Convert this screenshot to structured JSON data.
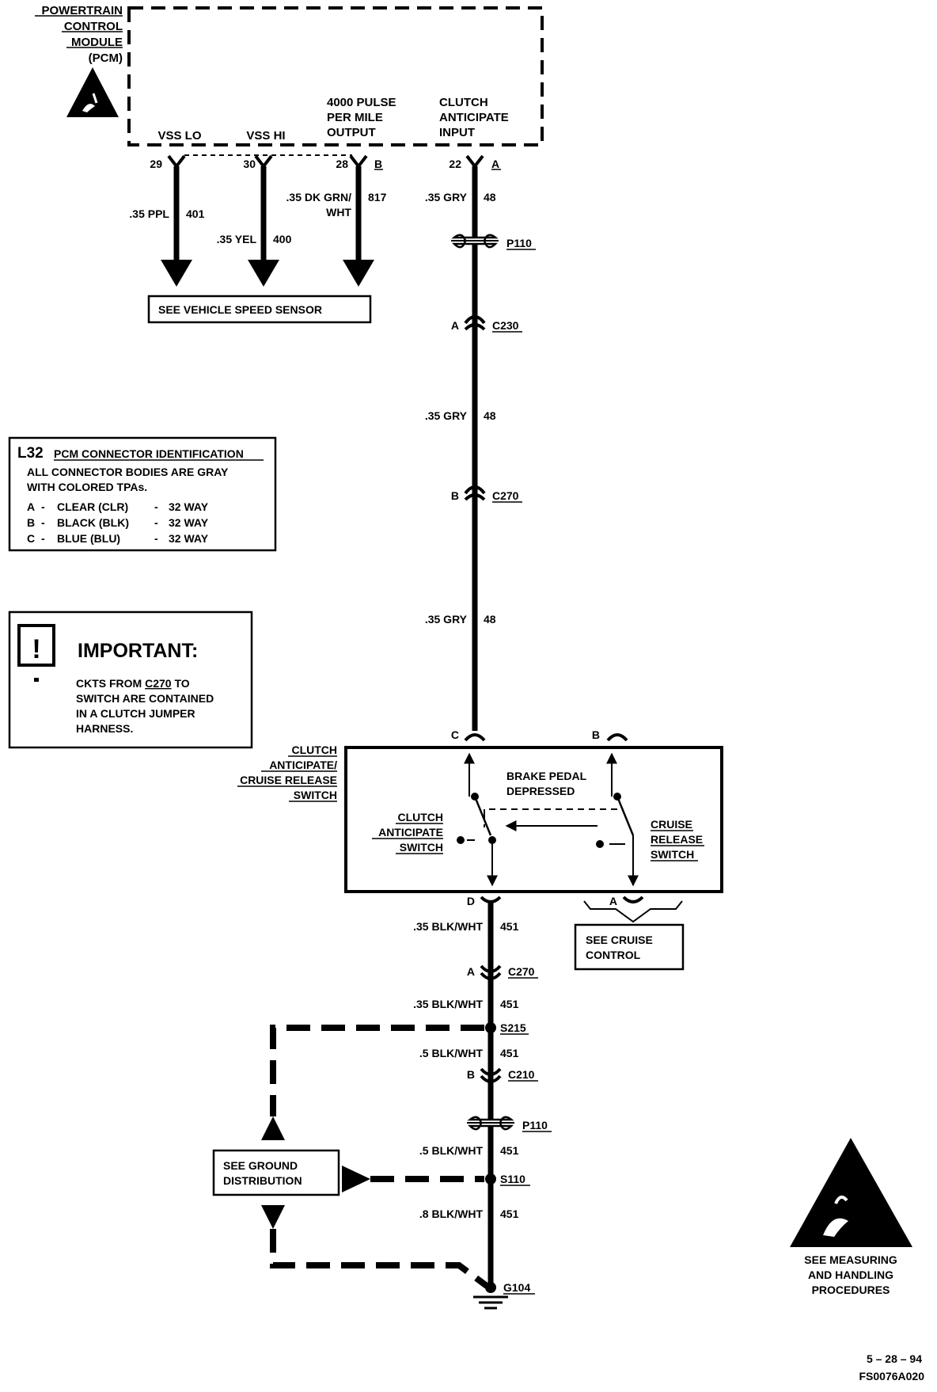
{
  "pcm": {
    "title_lines": [
      "POWERTRAIN",
      "CONTROL",
      "MODULE",
      "(PCM)"
    ],
    "vss_lo": "VSS LO",
    "vss_hi": "VSS HI",
    "pulse_output_lines": [
      "4000 PULSE",
      "PER MILE",
      "OUTPUT"
    ],
    "clutch_input_lines": [
      "CLUTCH",
      "ANTICIPATE",
      "INPUT"
    ]
  },
  "pins": {
    "p29": "29",
    "p30": "30",
    "p28": "28",
    "p28_conn": "B",
    "p22": "22",
    "p22_conn": "A"
  },
  "wires": {
    "w401_color": ".35 PPL",
    "w401_num": "401",
    "w400_color": ".35 YEL",
    "w400_num": "400",
    "w817_color_lines": [
      ".35 DK GRN/",
      "WHT"
    ],
    "w817_num": "817",
    "w48_color": ".35 GRY",
    "w48_num": "48",
    "w451_color_a": ".35 BLK/WHT",
    "w451_color_b": ".5 BLK/WHT",
    "w451_color_c": ".8 BLK/WHT",
    "w451_num": "451"
  },
  "connectors": {
    "p110": "P110",
    "c230": "C230",
    "c230_pin": "A",
    "c270": "C270",
    "c270_pin_b": "B",
    "c270_pin_a": "A",
    "c210": "C210",
    "c210_pin": "B",
    "s215": "S215",
    "s110": "S110",
    "g104": "G104"
  },
  "vss_ref": "SEE VEHICLE SPEED SENSOR",
  "l32_box": {
    "code": "L32",
    "title": "PCM CONNECTOR IDENTIFICATION",
    "desc_lines": [
      "ALL CONNECTOR BODIES ARE GRAY",
      "WITH COLORED TPAs."
    ],
    "rows": [
      {
        "pin": "A",
        "name": "CLEAR (CLR)",
        "ways": "32 WAY"
      },
      {
        "pin": "B",
        "name": "BLACK (BLK)",
        "ways": "32 WAY"
      },
      {
        "pin": "C",
        "name": "BLUE (BLU)",
        "ways": "32 WAY"
      }
    ]
  },
  "important_box": {
    "icon_glyph": "!",
    "title": "IMPORTANT:",
    "line1_prefix": "CKTS FROM ",
    "line1_ref": "C270",
    "line1_suffix": " TO",
    "lines": [
      "SWITCH ARE CONTAINED",
      "IN A CLUTCH JUMPER",
      "HARNESS."
    ]
  },
  "switch_assembly": {
    "label_lines": [
      "CLUTCH",
      "ANTICIPATE/",
      "CRUISE RELEASE",
      "SWITCH"
    ],
    "pin_c": "C",
    "pin_b": "B",
    "pin_d": "D",
    "pin_a": "A",
    "brake_lines": [
      "BRAKE  PEDAL",
      "DEPRESSED"
    ],
    "clutch_switch_lines": [
      "CLUTCH",
      "ANTICIPATE",
      "SWITCH"
    ],
    "cruise_switch_lines": [
      "CRUISE",
      "RELEASE",
      "SWITCH"
    ]
  },
  "cruise_ref_lines": [
    "SEE CRUISE",
    "CONTROL"
  ],
  "ground_ref_lines": [
    "SEE GROUND",
    "DISTRIBUTION"
  ],
  "esd_note_lines": [
    "SEE MEASURING",
    "AND HANDLING",
    "PROCEDURES"
  ],
  "footer": {
    "date": "5 – 28 – 94",
    "code": "FS0076A020"
  }
}
